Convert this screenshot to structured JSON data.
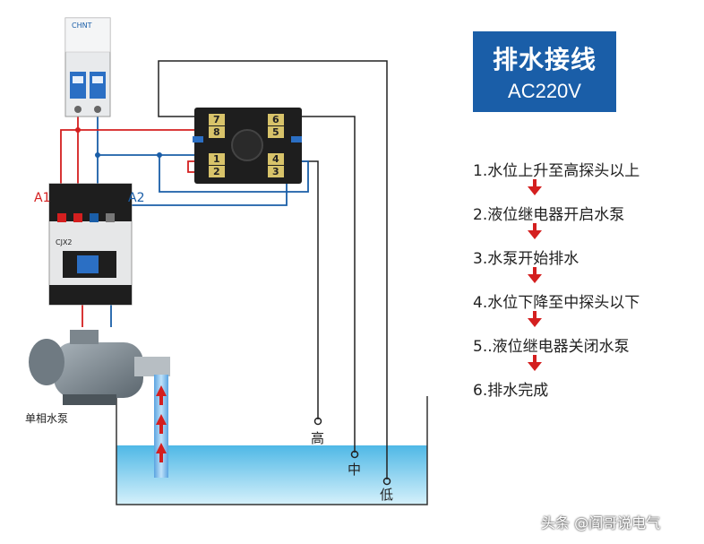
{
  "title": {
    "main": "排水接线",
    "sub": "AC220V"
  },
  "steps": [
    "1.水位上升至高探头以上",
    "2.液位继电器开启水泵",
    "3.水泵开始排水",
    "4.水位下降至中探头以下",
    "5..液位继电器关闭水泵",
    "6.排水完成"
  ],
  "labels": {
    "a1": "A1",
    "a2": "A2",
    "pump": "单相水泵",
    "probe_high": "高",
    "probe_mid": "中",
    "probe_low": "低"
  },
  "relay_pins": {
    "p7": "7",
    "p8": "8",
    "p1": "1",
    "p2": "2",
    "p6": "6",
    "p5": "5",
    "p4": "4",
    "p3": "3"
  },
  "breaker_brand": "CHNT",
  "contactor_model": "CJX2",
  "watermark": "头条 @阎哥说电气",
  "colors": {
    "live": "#d41f1f",
    "neutral": "#1a5ea8",
    "water": "#8fd3f0",
    "title_bg": "#1a5ea8"
  }
}
